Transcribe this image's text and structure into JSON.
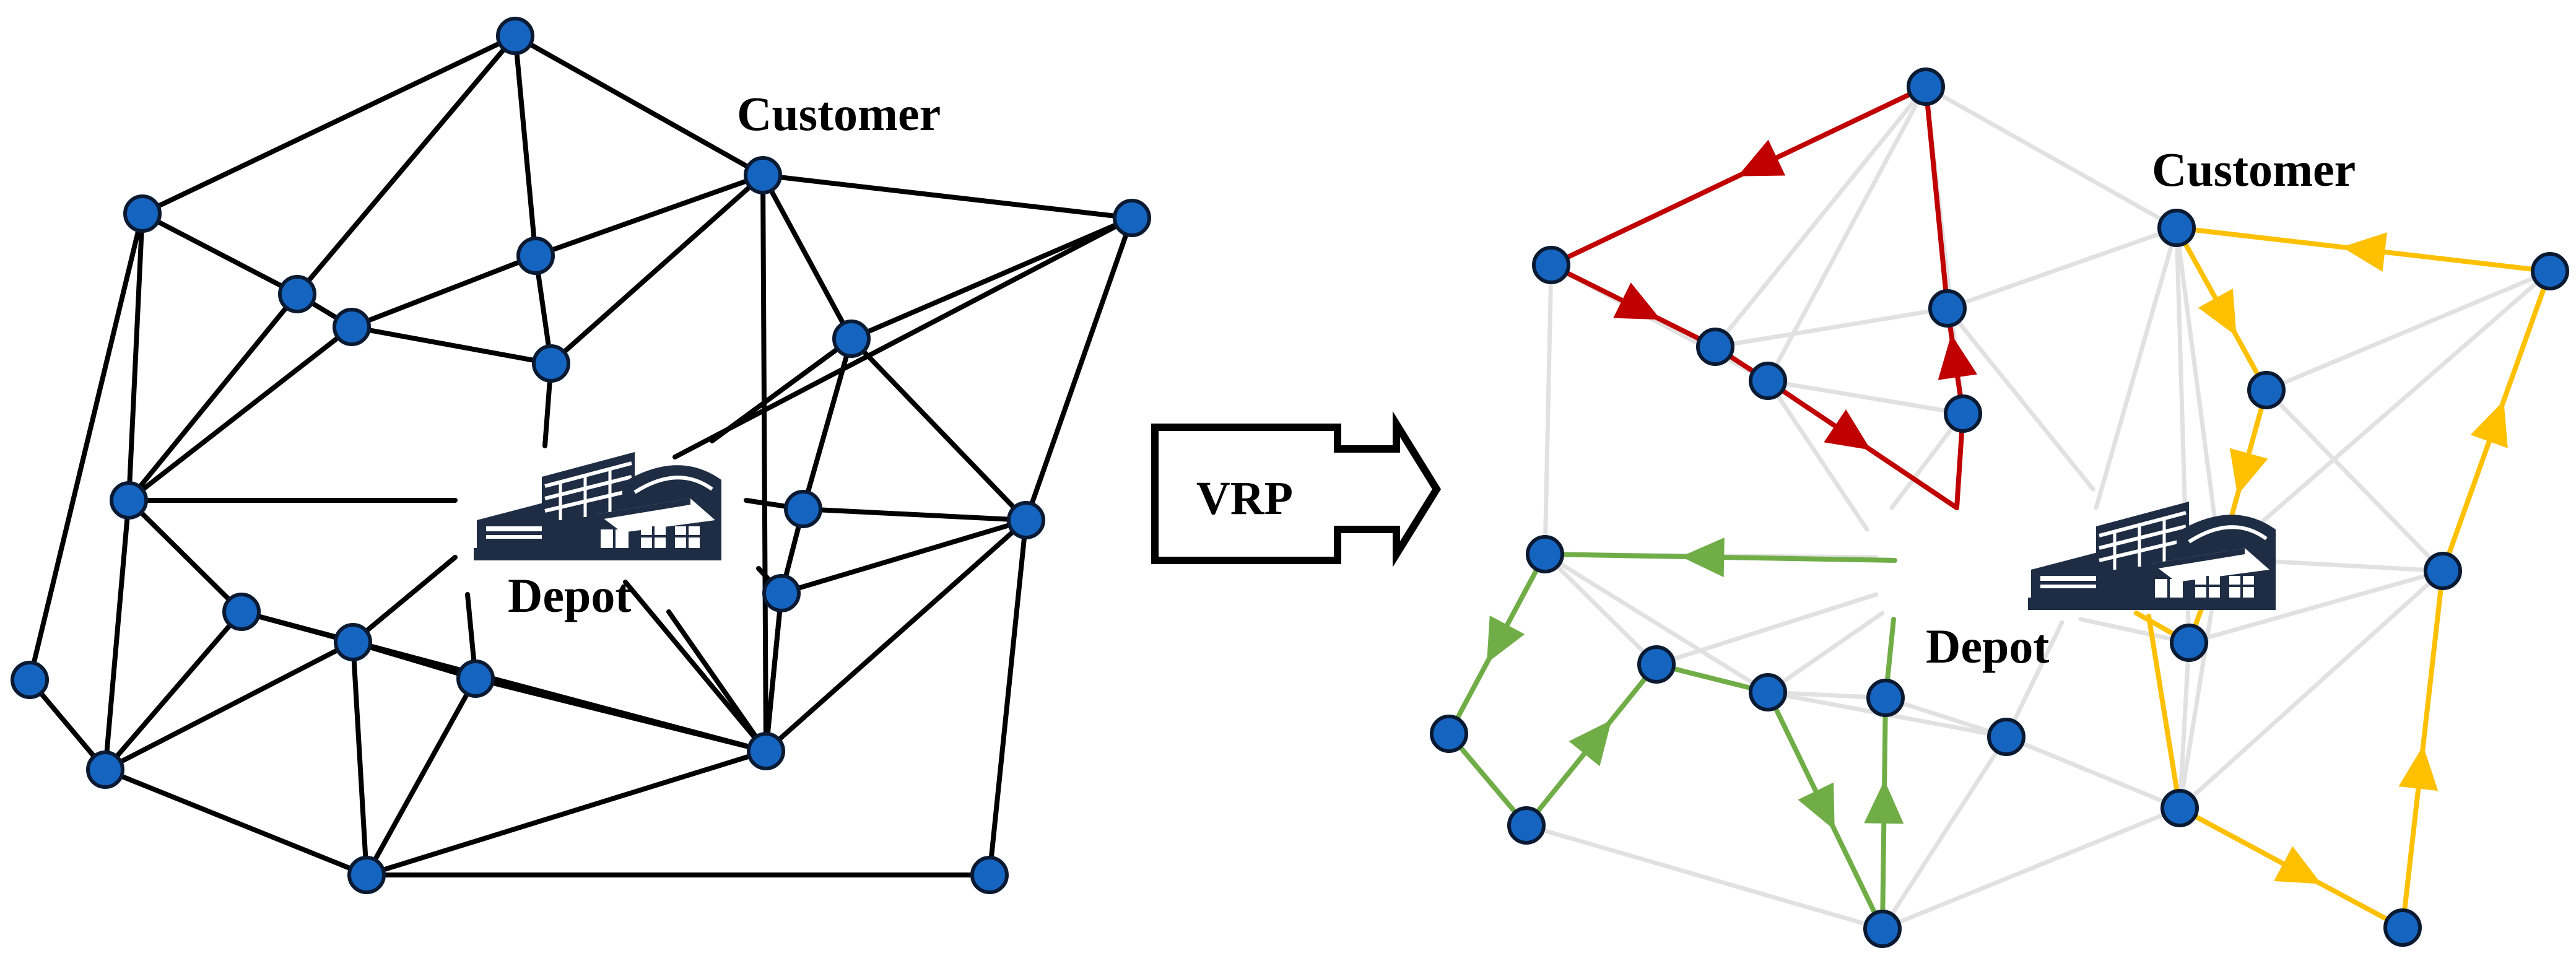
{
  "labels": {
    "customer_left": "Customer",
    "depot_left": "Depot",
    "vrp_arrow": "VRP",
    "customer_right": "Customer",
    "depot_right": "Depot"
  },
  "colors": {
    "node_fill": "#1565C0",
    "node_stroke": "#0a1a33",
    "edge_left": "#000000",
    "edge_right_gray": "#e1e1e1",
    "route_red": "#c00000",
    "route_green": "#70ad47",
    "route_orange": "#ffc000",
    "depot_icon": "#1f2d44"
  },
  "icons": [
    "depot-warehouse-icon",
    "vrp-block-arrow-icon"
  ]
}
